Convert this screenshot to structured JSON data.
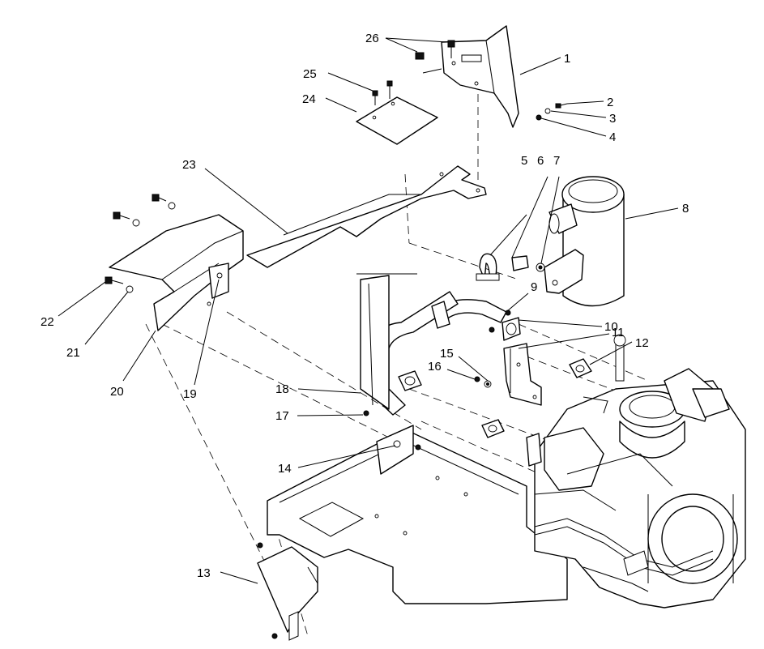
{
  "diagram": {
    "colors": {
      "ink": "#000000",
      "paper": "#ffffff"
    },
    "callouts": [
      {
        "id": "1",
        "label": "1"
      },
      {
        "id": "2",
        "label": "2"
      },
      {
        "id": "3",
        "label": "3"
      },
      {
        "id": "4",
        "label": "4"
      },
      {
        "id": "5",
        "label": "5"
      },
      {
        "id": "6",
        "label": "6"
      },
      {
        "id": "7",
        "label": "7"
      },
      {
        "id": "8",
        "label": "8"
      },
      {
        "id": "9",
        "label": "9"
      },
      {
        "id": "10",
        "label": "10"
      },
      {
        "id": "11",
        "label": "11"
      },
      {
        "id": "12",
        "label": "12"
      },
      {
        "id": "13",
        "label": "13"
      },
      {
        "id": "14",
        "label": "14"
      },
      {
        "id": "15",
        "label": "15"
      },
      {
        "id": "16",
        "label": "16"
      },
      {
        "id": "17",
        "label": "17"
      },
      {
        "id": "18",
        "label": "18"
      },
      {
        "id": "19",
        "label": "19"
      },
      {
        "id": "20",
        "label": "20"
      },
      {
        "id": "21",
        "label": "21"
      },
      {
        "id": "22",
        "label": "22"
      },
      {
        "id": "23",
        "label": "23"
      },
      {
        "id": "24",
        "label": "24"
      },
      {
        "id": "25",
        "label": "25"
      },
      {
        "id": "26",
        "label": "26"
      }
    ]
  }
}
